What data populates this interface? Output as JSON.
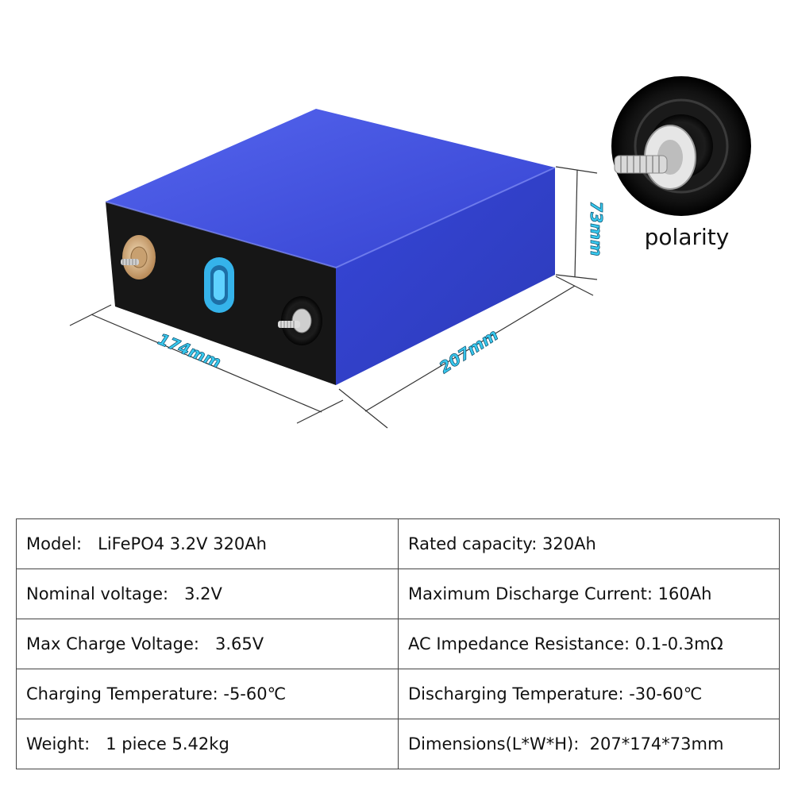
{
  "dimensions": {
    "length": "207mm",
    "width": "174mm",
    "height": "73mm"
  },
  "inset": {
    "label": "polarity"
  },
  "colors": {
    "case_top": "#3a49d8",
    "case_side": "#3040c8",
    "case_front": "#1a1a1a",
    "dimension_text": "#38c8ee",
    "vent": "#35b3ea"
  },
  "specs": {
    "rows": [
      {
        "left": "Model:   LiFePO4 3.2V 320Ah",
        "right": "Rated capacity: 320Ah"
      },
      {
        "left": "Nominal voltage:   3.2V",
        "right": "Maximum Discharge Current: 160Ah"
      },
      {
        "left": "Max Charge Voltage:   3.65V",
        "right": "AC Impedance Resistance: 0.1-0.3mΩ"
      },
      {
        "left": "Charging Temperature: -5-60℃",
        "right": "Discharging Temperature: -30-60℃"
      },
      {
        "left": "Weight:   1 piece 5.42kg",
        "right": "Dimensions(L*W*H):  207*174*73mm"
      }
    ]
  }
}
